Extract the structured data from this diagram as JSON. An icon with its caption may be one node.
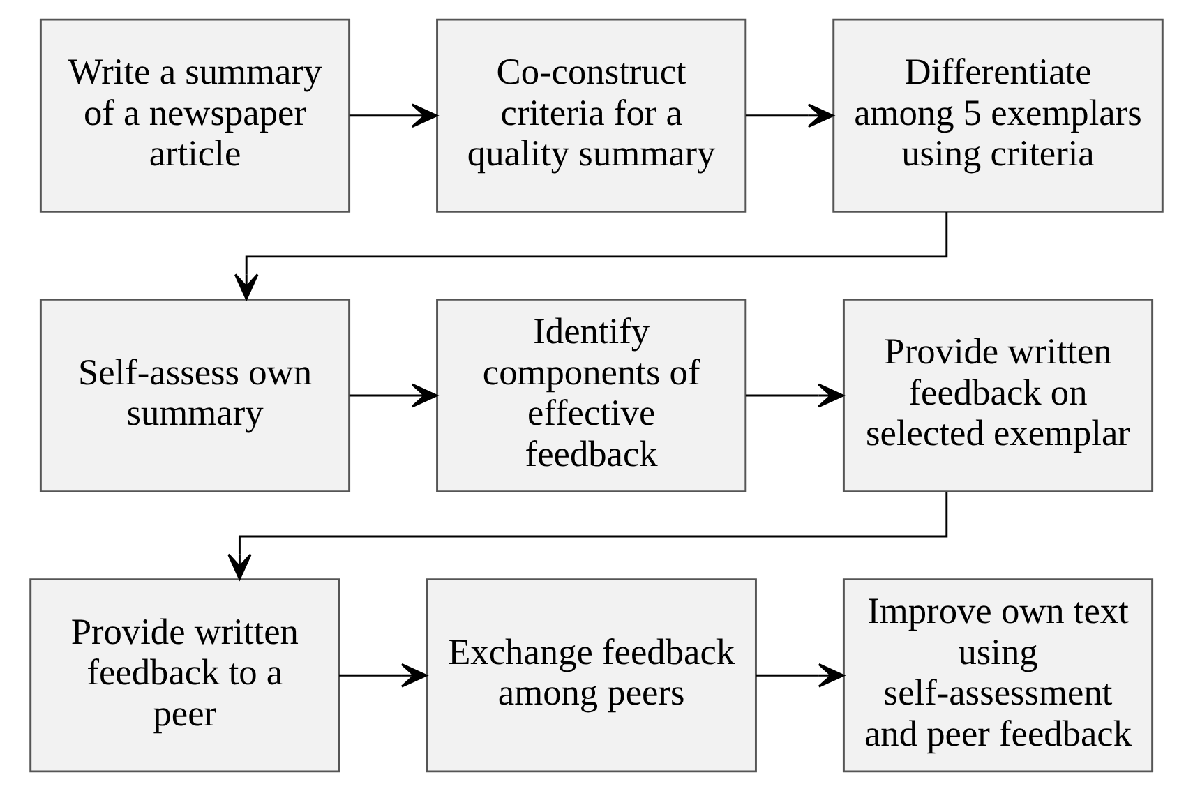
{
  "diagram": {
    "nodes": [
      {
        "text": [
          "Write a summary of a newspaper article"
        ]
      },
      {
        "text": [
          "Co-construct criteria for a quality summary"
        ]
      },
      {
        "text": [
          "Differentiate among 5 exemplars using criteria"
        ]
      },
      {
        "text": [
          "Self-assess own summary"
        ]
      },
      {
        "text": [
          "Identify components of effective feedback"
        ]
      },
      {
        "text": [
          "Provide written feedback on selected exemplar"
        ]
      },
      {
        "text": [
          "Provide written feedback to a peer"
        ]
      },
      {
        "text": [
          "Exchange feedback among peers"
        ]
      },
      {
        "text": [
          "Improve own text using self-assessment and peer feedback"
        ]
      }
    ],
    "edges": [
      {
        "from": 0,
        "to": 1,
        "arrow": "to"
      },
      {
        "from": 1,
        "to": 2,
        "arrow": "to"
      },
      {
        "from": 2,
        "to": 3,
        "arrow": "to"
      },
      {
        "from": 3,
        "to": 4,
        "arrow": "to"
      },
      {
        "from": 4,
        "to": 5,
        "arrow": "to"
      },
      {
        "from": 5,
        "to": 6,
        "arrow": "to"
      },
      {
        "from": 6,
        "to": 7,
        "arrow": "to"
      },
      {
        "from": 7,
        "to": 8,
        "arrow": "to"
      }
    ]
  }
}
